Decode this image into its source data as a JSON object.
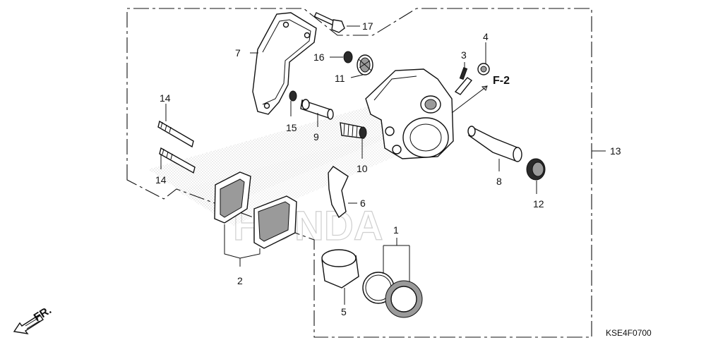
{
  "callouts": {
    "c1": "1",
    "c2": "2",
    "c3": "3",
    "c4": "4",
    "c5": "5",
    "c6": "6",
    "c7": "7",
    "c8": "8",
    "c9": "9",
    "c10": "10",
    "c11": "11",
    "c12": "12",
    "c13": "13",
    "c14a": "14",
    "c14b": "14",
    "c15": "15",
    "c16": "16",
    "c17": "17"
  },
  "reference": "F-2",
  "front_label": "FR.",
  "diagram_code": "KSE4F0700",
  "watermark": "HONDA",
  "icons": {
    "front_arrow": "arrow-down-left-icon",
    "ref_arrow": "arrow-up-right-icon"
  }
}
